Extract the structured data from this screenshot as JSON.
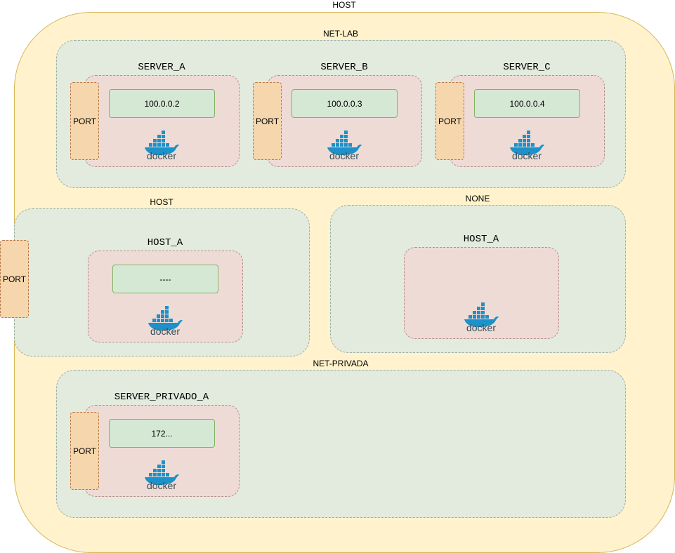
{
  "labels": {
    "outer_host": "HOST",
    "net_lab": "NET-LAB",
    "host_net": "HOST",
    "none_net": "NONE",
    "net_privada": "NET-PRIVADA"
  },
  "servers": {
    "a": {
      "name": "SERVER_A",
      "ip": "100.0.0.2"
    },
    "b": {
      "name": "SERVER_B",
      "ip": "100.0.0.3"
    },
    "c": {
      "name": "SERVER_C",
      "ip": "100.0.0.4"
    },
    "host_a": {
      "name": "HOST_A",
      "ip": "----"
    },
    "none_a": {
      "name": "HOST_A"
    },
    "privado_a": {
      "name": "SERVER_PRIVADO_A",
      "ip": "172..."
    }
  },
  "port_label": "PORT",
  "docker_word": "docker",
  "colors": {
    "host_fill": "#fff2cc",
    "network_fill": "#e2ebdd",
    "container_fill": "#efdbd6",
    "ip_fill": "#d5e8d4",
    "port_fill": "#f5d6ad",
    "docker_blue": "#1d91c9"
  }
}
